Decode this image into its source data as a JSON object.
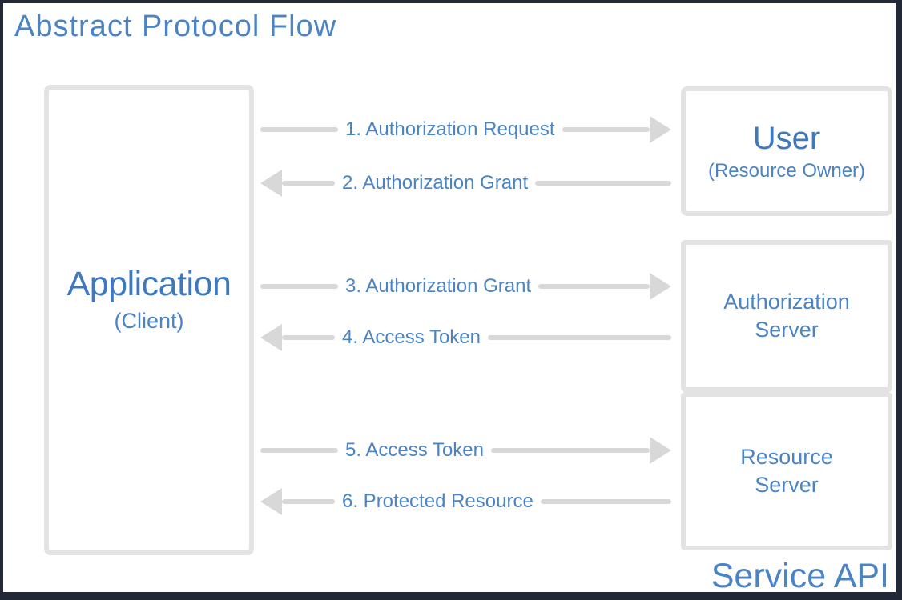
{
  "title": "Abstract Protocol Flow",
  "colors": {
    "blue": "#4a84c4",
    "blue-dark": "#3e78bd",
    "box-border": "#e3e3e3",
    "arrow-gray": "#d8d8d8",
    "frame": "#232836",
    "bg": "#ffffff"
  },
  "nodes": {
    "application": {
      "label": "Application",
      "sublabel": "(Client)"
    },
    "user": {
      "label": "User",
      "sublabel": "(Resource Owner)"
    },
    "authorization_server": {
      "label": "Authorization Server"
    },
    "resource_server": {
      "label": "Resource Server"
    },
    "service_api": {
      "label": "Service API"
    }
  },
  "flows": [
    {
      "step": "1",
      "label": "1. Authorization Request",
      "direction": "right"
    },
    {
      "step": "2",
      "label": "2. Authorization Grant",
      "direction": "left"
    },
    {
      "step": "3",
      "label": "3. Authorization Grant",
      "direction": "right"
    },
    {
      "step": "4",
      "label": "4. Access Token",
      "direction": "left"
    },
    {
      "step": "5",
      "label": "5. Access Token",
      "direction": "right"
    },
    {
      "step": "6",
      "label": "6. Protected Resource",
      "direction": "left"
    }
  ]
}
